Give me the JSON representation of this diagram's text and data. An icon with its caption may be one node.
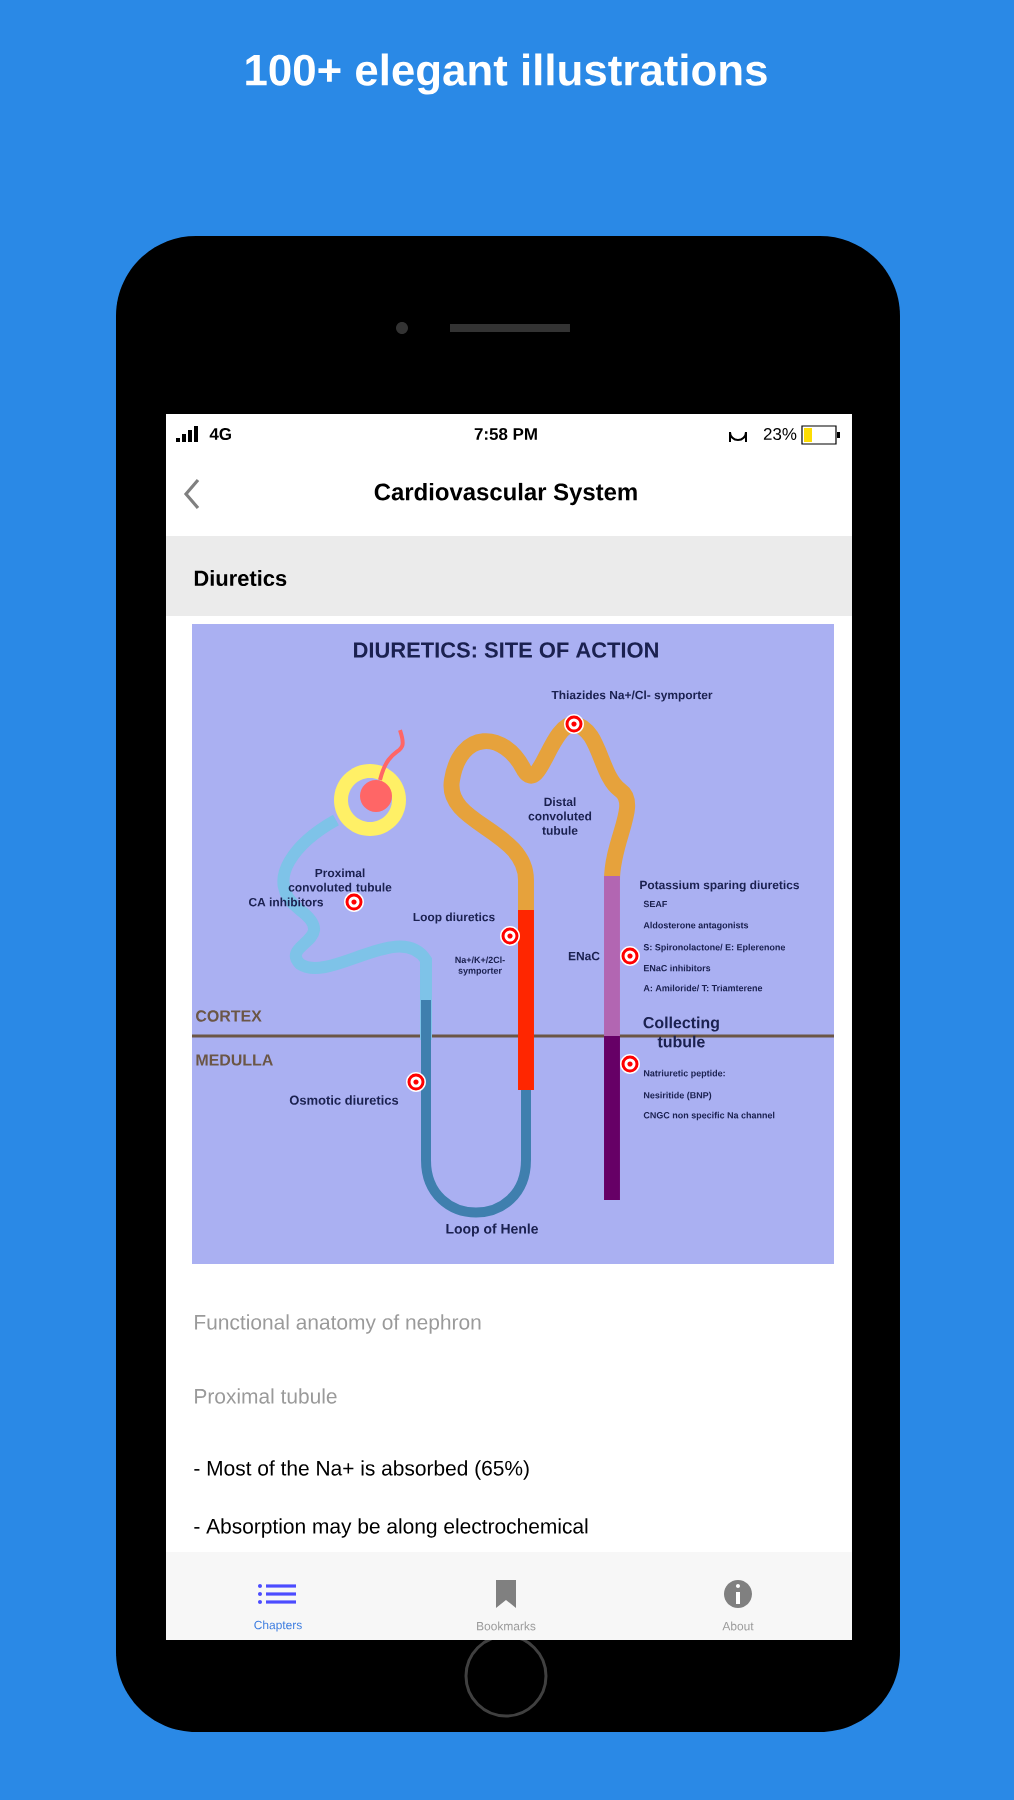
{
  "diagram": {
    "title": "100+ elegant illustrations",
    "labels": [
      "4G",
      "7:58 PM",
      "23%",
      "Cardiovascular System",
      "Diuretics",
      "DIURETICS: SITE OF ACTION",
      "Thiazides Na+/Cl- symporter",
      "Distal convoluted tubule",
      "Proximal convoluted tubule",
      "CA inhibitors",
      "Loop diuretics",
      "Na+/K+/2Cl- symporter",
      "ENaC",
      "Potassium sparing diuretics",
      "SEAF",
      "Aldosterone antagonists",
      "S: Spironolactone/ E: Eplerenone",
      "ENaC inhibitors",
      "A: Amiloride/ T: Triamterene",
      "CORTEX",
      "MEDULLA",
      "Collecting tubule",
      "Natriuretic peptide:",
      "Nesiritide (BNP)",
      "CNGC non specific Na channel",
      "Osmotic diuretics",
      "Loop of Henle",
      "Functional anatomy of nephron",
      "Proximal tubule",
      "- Most of the Na+ is absorbed (65%)",
      "- Absorption may be along electrochemical",
      "Chapters",
      "Bookmarks",
      "About"
    ]
  }
}
